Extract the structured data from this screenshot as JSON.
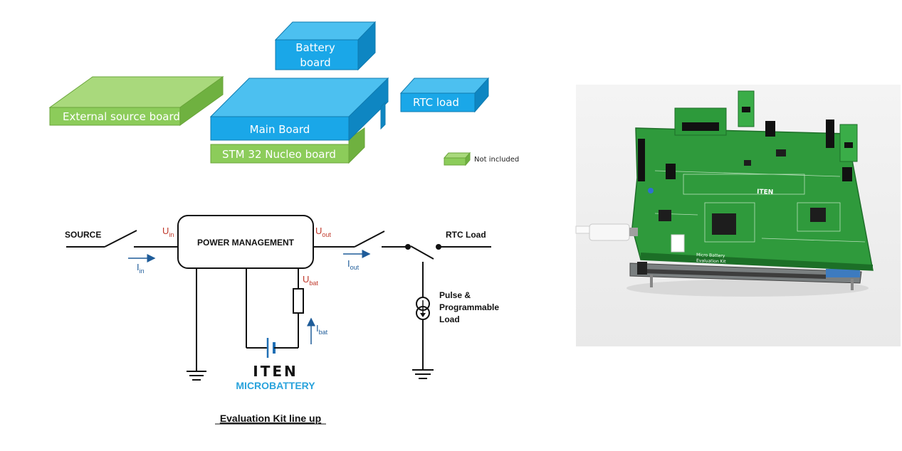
{
  "block_diagram": {
    "battery_board": [
      "Battery",
      "board"
    ],
    "external_source_board": "External source board",
    "main_board": "Main Board",
    "rtc_load": "RTC load",
    "nucleo_board": "STM 32 Nucleo board",
    "legend_not_included": "Not included",
    "colors": {
      "blue": "#1aa7e8",
      "green": "#8ccc5a"
    }
  },
  "schematic": {
    "source": "SOURCE",
    "power_management": "POWER MANAGEMENT",
    "rtc_load": "RTC Load",
    "pulse_load": [
      "Pulse &",
      "Programmable",
      "Load"
    ],
    "u_in": {
      "main": "U",
      "sub": "in"
    },
    "u_out": {
      "main": "U",
      "sub": "out"
    },
    "u_bat": {
      "main": "U",
      "sub": "bat"
    },
    "i_in": {
      "main": "I",
      "sub": "in"
    },
    "i_out": {
      "main": "I",
      "sub": "out"
    },
    "i_bat": {
      "main": "I",
      "sub": "bat"
    }
  },
  "logo": {
    "brand": "ITEN",
    "sub": "MICROBATTERY"
  },
  "caption": "Evaluation Kit line up",
  "photo": {
    "pcb_text_1": "Micro Battery",
    "pcb_text_2": "Evaluation Kit",
    "pcb_logo": "ITEN"
  }
}
